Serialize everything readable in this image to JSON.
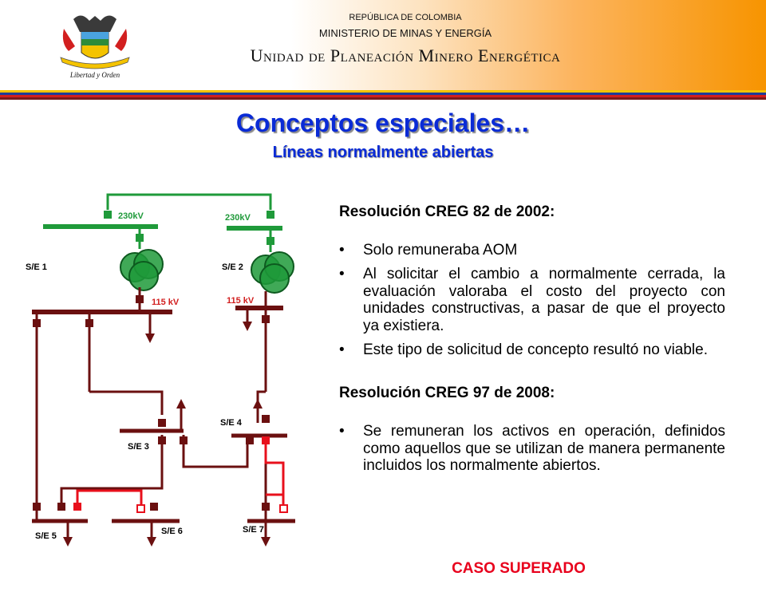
{
  "header": {
    "line1": "REPÚBLICA DE COLOMBIA",
    "line2": "MINISTERIO DE MINAS Y ENERGÍA",
    "line3": "Unidad de Planeación Minero Energética",
    "logo_motto": "Libertad y Orden",
    "stripe_colors": [
      "#f4c300",
      "#1f3c99",
      "#d21f1f",
      "#7a1a1a"
    ]
  },
  "title": "Conceptos especiales…",
  "subtitle": "Líneas normalmente abiertas",
  "diagram": {
    "labels": {
      "kv230_left": "230kV",
      "kv230_right": "230kV",
      "se1": "S/E  1",
      "se2": "S/E  2",
      "kv115_left": "115 kV",
      "kv115_right": "115 kV",
      "se3": "S/E 3",
      "se4": "S/E 4",
      "se5": "S/E 5",
      "se6": "S/E 6",
      "se7": "S/E 7"
    },
    "colors": {
      "hv": "#1f9a3a",
      "mv": "#6b1010",
      "open": "#e8101c"
    }
  },
  "content": {
    "res1_heading": "Resolución CREG 82 de 2002:",
    "res1_bullets": [
      "Solo remuneraba AOM",
      "Al solicitar el cambio a normalmente cerrada, la evaluación valoraba el costo del proyecto con unidades constructivas, a pasar de que el proyecto ya existiera.",
      "Este tipo de solicitud de concepto resultó no viable."
    ],
    "res2_heading": "Resolución CREG 97 de 2008:",
    "res2_bullets": [
      "Se remuneran los activos en operación, definidos como aquellos que se utilizan de manera permanente incluidos los normalmente abiertos."
    ],
    "bullet_glyph": "•",
    "footer": "CASO SUPERADO"
  }
}
